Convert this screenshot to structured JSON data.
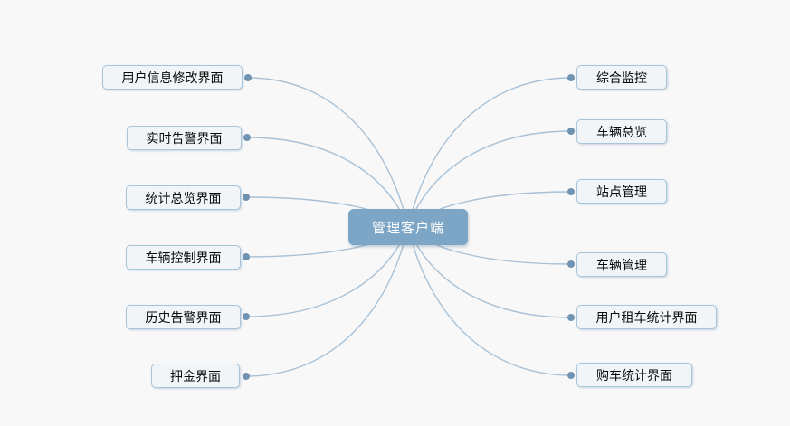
{
  "mindmap": {
    "root": {
      "label": "管理客户端"
    },
    "left_branches": [
      {
        "label": "用户信息修改界面"
      },
      {
        "label": "实时告警界面"
      },
      {
        "label": "统计总览界面"
      },
      {
        "label": "车辆控制界面"
      },
      {
        "label": "历史告警界面"
      },
      {
        "label": "押金界面"
      }
    ],
    "right_branches": [
      {
        "label": "综合监控"
      },
      {
        "label": "车辆总览"
      },
      {
        "label": "站点管理"
      },
      {
        "label": "车辆管理"
      },
      {
        "label": "用户租车统计界面"
      },
      {
        "label": "购车统计界面"
      }
    ],
    "colors": {
      "canvas_bg": "#f8f8f8",
      "line_color": "#a8c1d6",
      "dot_color": "#7093b1",
      "node_fill": "#f1f5f8",
      "node_border": "#a7c5da",
      "root_fill": "#7da6c6",
      "root_text": "#ffffff",
      "node_text": "#0a0a0a"
    }
  }
}
